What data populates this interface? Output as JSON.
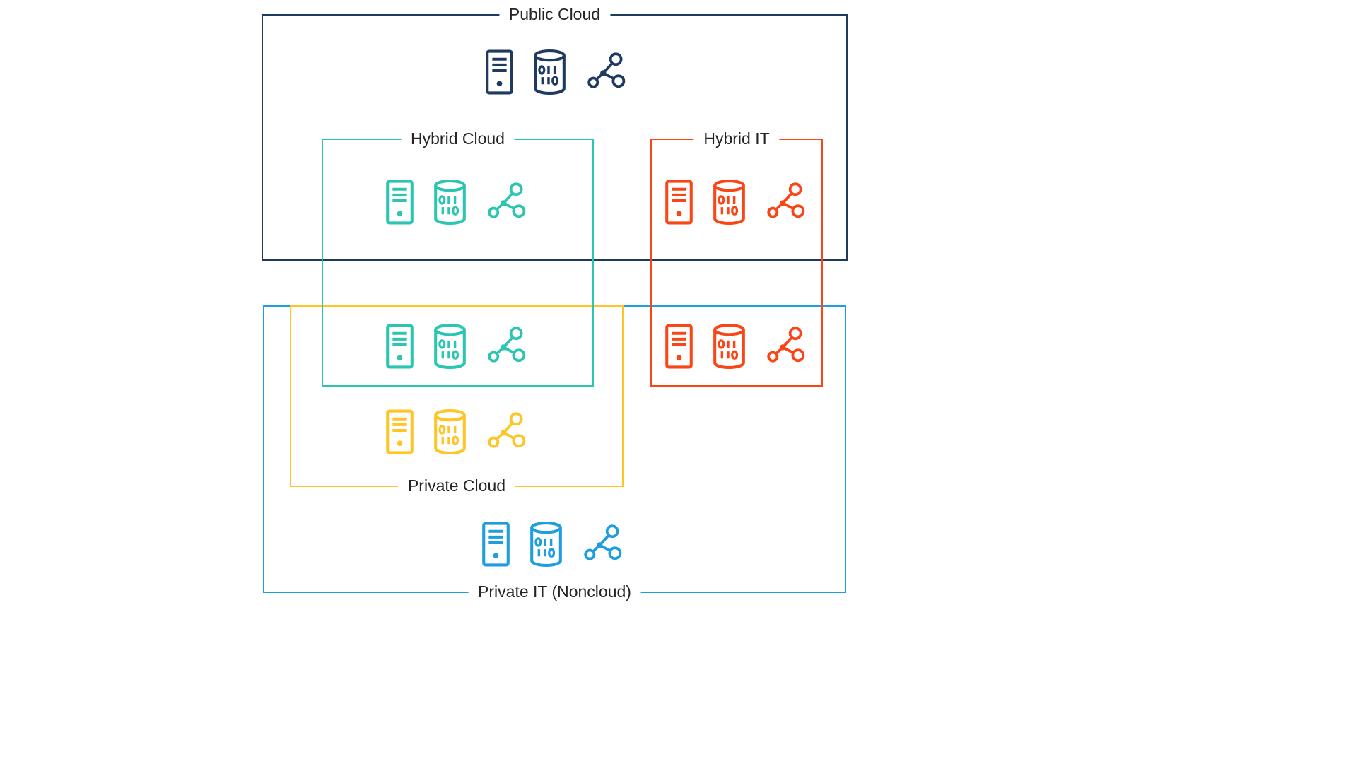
{
  "figure": {
    "background_color": "#ffffff",
    "label_text_color": "#252525"
  },
  "groups": {
    "public_cloud": {
      "label": "Public Cloud",
      "color": "#1e3a60",
      "icons": [
        "server-icon",
        "database-icon",
        "network-icon"
      ]
    },
    "hybrid_cloud": {
      "label": "Hybrid Cloud",
      "color": "#2cc5b2",
      "icons": [
        "server-icon",
        "database-icon",
        "network-icon"
      ]
    },
    "hybrid_it": {
      "label": "Hybrid IT",
      "color": "#fa4616",
      "icons": [
        "server-icon",
        "database-icon",
        "network-icon"
      ]
    },
    "private_cloud": {
      "label": "Private Cloud",
      "color": "#ffc425",
      "icons": [
        "server-icon",
        "database-icon",
        "network-icon"
      ]
    },
    "private_it": {
      "label": "Private IT (Noncloud)",
      "color": "#1e9de0",
      "icons": [
        "server-icon",
        "database-icon",
        "network-icon"
      ]
    }
  },
  "database_icon_text": {
    "top_row": "011",
    "bottom_row": "110"
  }
}
